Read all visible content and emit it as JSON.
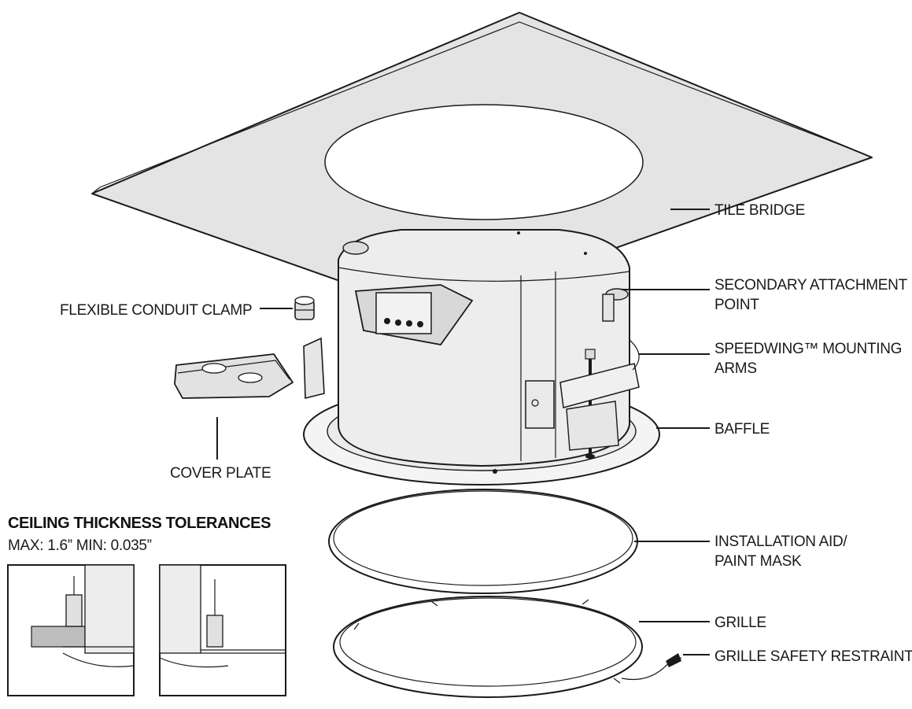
{
  "labels": {
    "tile_bridge": "TILE BRIDGE",
    "secondary_attachment_1": "SECONDARY ATTACHMENT",
    "secondary_attachment_2": "POINT",
    "speedwing_1": "SPEEDWING™ MOUNTING",
    "speedwing_2": "ARMS",
    "flexible_conduit_clamp": "FLEXIBLE CONDUIT CLAMP",
    "baffle": "BAFFLE",
    "cover_plate": "COVER PLATE",
    "installation_aid_1": "INSTALLATION AID/",
    "installation_aid_2": "PAINT MASK",
    "grille": "GRILLE",
    "grille_safety_restraint": "GRILLE SAFETY RESTRAINT"
  },
  "tolerances": {
    "heading": "CEILING THICKNESS TOLERANCES",
    "values": "MAX: 1.6” MIN: 0.035”"
  },
  "colors": {
    "line": "#1a1a1a",
    "tile_fill": "#e4e4e4",
    "body_fill": "#ececec",
    "background": "#ffffff"
  }
}
